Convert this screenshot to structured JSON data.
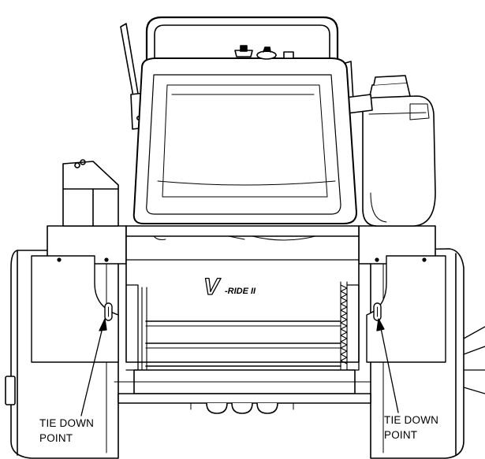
{
  "diagram": {
    "logo": {
      "mark": "V",
      "text": "-RIDE II"
    },
    "callouts": {
      "left": {
        "line1": "TIE DOWN",
        "line2": "POINT"
      },
      "right": {
        "line1": "TIE DOWN",
        "line2": "POINT"
      }
    }
  }
}
